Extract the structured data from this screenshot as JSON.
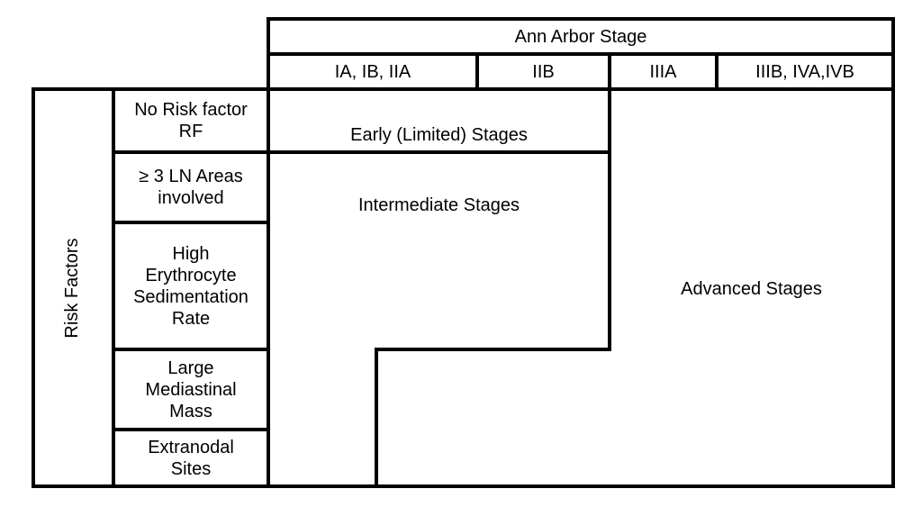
{
  "header": {
    "title": "Ann Arbor Stage",
    "columns": [
      "IA, IB, IIA",
      "IIB",
      "IIIA",
      "IIIB, IVA,IVB"
    ]
  },
  "side": {
    "title": "Risk Factors",
    "rows": [
      "No Risk factor\nRF",
      "≥ 3 LN Areas\ninvolved",
      "High\nErythrocyte\nSedimentation\nRate",
      "Large\nMediastinal\nMass",
      "Extranodal\nSites"
    ]
  },
  "regions": {
    "early": "Early (Limited) Stages",
    "intermediate": "Intermediate Stages",
    "advanced": "Advanced Stages"
  },
  "colors": {
    "line": "#000000",
    "background": "#ffffff"
  }
}
